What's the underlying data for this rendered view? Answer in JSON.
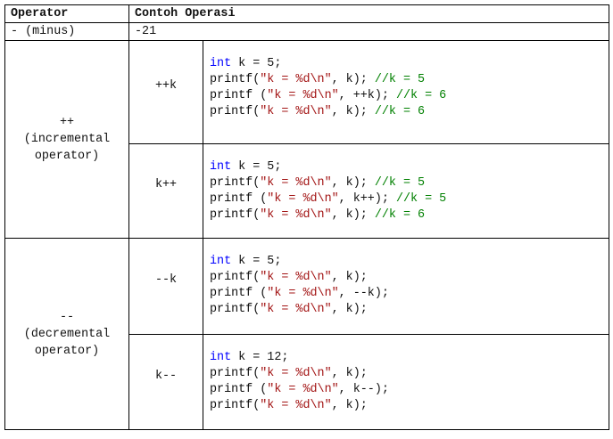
{
  "header": {
    "operator": "Operator",
    "example": "Contoh Operasi"
  },
  "minus_row": {
    "operator": "- (minus)",
    "example": "-21"
  },
  "groups": [
    {
      "symbol": "++",
      "label_line1": "(incremental",
      "label_line2": "operator)",
      "cases": [
        {
          "form": "++k",
          "code": [
            [
              {
                "t": "int",
                "c": "kw"
              },
              {
                "t": " k = 5;",
                "c": "pl"
              }
            ],
            [
              {
                "t": "printf(",
                "c": "pl"
              },
              {
                "t": "\"k = %d\\n\"",
                "c": "str"
              },
              {
                "t": ", k); ",
                "c": "pl"
              },
              {
                "t": "//k = 5",
                "c": "cm"
              }
            ],
            [
              {
                "t": "printf (",
                "c": "pl"
              },
              {
                "t": "\"k = %d\\n\"",
                "c": "str"
              },
              {
                "t": ", ++k); ",
                "c": "pl"
              },
              {
                "t": "//k = 6",
                "c": "cm"
              }
            ],
            [
              {
                "t": "printf(",
                "c": "pl"
              },
              {
                "t": "\"k = %d\\n\"",
                "c": "str"
              },
              {
                "t": ", k); ",
                "c": "pl"
              },
              {
                "t": "//k = 6",
                "c": "cm"
              }
            ]
          ]
        },
        {
          "form": "k++",
          "code": [
            [
              {
                "t": "int",
                "c": "kw"
              },
              {
                "t": " k = 5;",
                "c": "pl"
              }
            ],
            [
              {
                "t": "printf(",
                "c": "pl"
              },
              {
                "t": "\"k = %d\\n\"",
                "c": "str"
              },
              {
                "t": ", k); ",
                "c": "pl"
              },
              {
                "t": "//k = 5",
                "c": "cm"
              }
            ],
            [
              {
                "t": "printf (",
                "c": "pl"
              },
              {
                "t": "\"k = %d\\n\"",
                "c": "str"
              },
              {
                "t": ", k++); ",
                "c": "pl"
              },
              {
                "t": "//k = 5",
                "c": "cm"
              }
            ],
            [
              {
                "t": "printf(",
                "c": "pl"
              },
              {
                "t": "\"k = %d\\n\"",
                "c": "str"
              },
              {
                "t": ", k); ",
                "c": "pl"
              },
              {
                "t": "//k = 6",
                "c": "cm"
              }
            ]
          ]
        }
      ]
    },
    {
      "symbol": "--",
      "label_line1": "(decremental",
      "label_line2": "operator)",
      "cases": [
        {
          "form": "--k",
          "code": [
            [
              {
                "t": "int",
                "c": "kw"
              },
              {
                "t": " k = 5;",
                "c": "pl"
              }
            ],
            [
              {
                "t": "printf(",
                "c": "pl"
              },
              {
                "t": "\"k = %d\\n\"",
                "c": "str"
              },
              {
                "t": ", k);",
                "c": "pl"
              }
            ],
            [
              {
                "t": "printf (",
                "c": "pl"
              },
              {
                "t": "\"k = %d\\n\"",
                "c": "str"
              },
              {
                "t": ", --k);",
                "c": "pl"
              }
            ],
            [
              {
                "t": "printf(",
                "c": "pl"
              },
              {
                "t": "\"k = %d\\n\"",
                "c": "str"
              },
              {
                "t": ", k);",
                "c": "pl"
              }
            ]
          ]
        },
        {
          "form": "k--",
          "code": [
            [
              {
                "t": "int",
                "c": "kw"
              },
              {
                "t": " k = 12;",
                "c": "pl"
              }
            ],
            [
              {
                "t": "printf(",
                "c": "pl"
              },
              {
                "t": "\"k = %d\\n\"",
                "c": "str"
              },
              {
                "t": ", k);",
                "c": "pl"
              }
            ],
            [
              {
                "t": "printf (",
                "c": "pl"
              },
              {
                "t": "\"k = %d\\n\"",
                "c": "str"
              },
              {
                "t": ", k--);",
                "c": "pl"
              }
            ],
            [
              {
                "t": "printf(",
                "c": "pl"
              },
              {
                "t": "\"k = %d\\n\"",
                "c": "str"
              },
              {
                "t": ", k);",
                "c": "pl"
              }
            ]
          ]
        }
      ]
    }
  ]
}
